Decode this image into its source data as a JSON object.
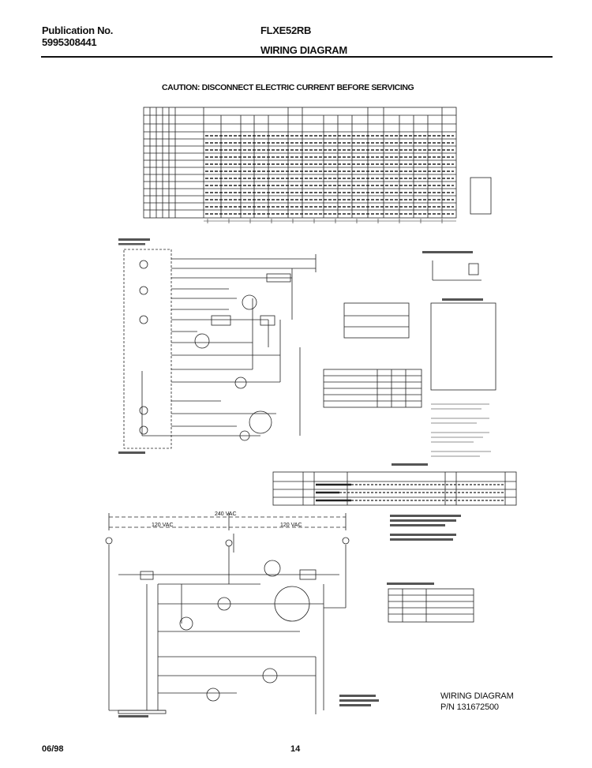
{
  "header": {
    "publication_label": "Publication No.",
    "publication_number": "5995308441",
    "model": "FLXE52RB",
    "section_title": "WIRING DIAGRAM"
  },
  "caution": "CAUTION: DISCONNECT ELECTRIC CURRENT BEFORE SERVICING",
  "diagram_caption": {
    "line1": "WIRING DIAGRAM",
    "line2": "P/N 131672500"
  },
  "footer": {
    "date": "06/98",
    "page": "14"
  },
  "voltage_labels": {
    "total": "240 VAC",
    "left": "120 VAC",
    "right": "120 VAC"
  }
}
